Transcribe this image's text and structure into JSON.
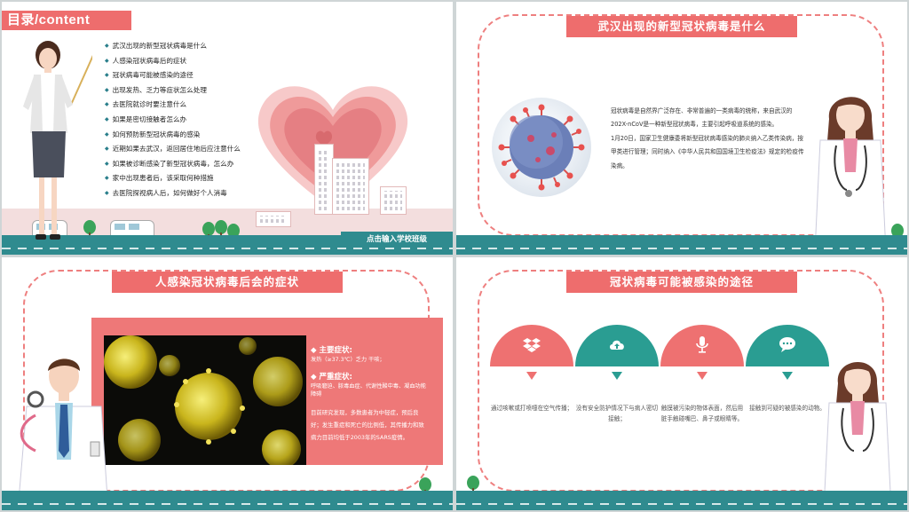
{
  "slide1": {
    "toc_title": "目录/content",
    "toc_items": [
      "武汉出现的新型冠状病毒是什么",
      "人感染冠状病毒后的症状",
      "冠状病毒可能被感染的途径",
      "出现发热、乏力等症状怎么处理",
      "去医院就诊时要注意什么",
      "如果是密切接触者怎么办",
      "如何预防新型冠状病毒的感染",
      "近期如果去武汉，返回居住地后应注意什么",
      "如果被诊断感染了新型冠状病毒，怎么办",
      "家中出现患者后，该采取何种措施",
      "去医院探视病人后，如何做好个人消毒"
    ],
    "class_label": "点击输入学校班级"
  },
  "slide2": {
    "title": "武汉出现的新型冠状病毒是什么",
    "paragraphs": [
      "冠状病毒是自然界广泛存在、非常普遍的一类病毒的统称，来自武汉的202X-nCoV是一种新型冠状病毒，主要引起呼吸道系统的感染。",
      "1月20日，国家卫生健康委将新型冠状病毒感染的肺炎纳入乙类传染病，按甲类进行管理；同时纳入《中华人民共和国国境卫生检疫法》规定的检疫传染病。"
    ]
  },
  "slide3": {
    "title": "人感染冠状病毒后会的症状",
    "main_label": "◆ 主要症状:",
    "main_text": "发热（≥37.3℃）乏力 干咳；",
    "severe_label": "◆ 严重症状:",
    "severe_text": "呼吸窘迫、脓毒血症、代谢性酸中毒、凝血功能障碍",
    "body": "目前研究发现，多数患者为中轻症，预后良好；发生重症和死亡的比例低，其传播力和致病力目前均低于2003年的SARS疫情。"
  },
  "slide4": {
    "title": "冠状病毒可能被感染的途径",
    "colors": [
      "#ee7171",
      "#2a9d92",
      "#ee7171",
      "#2a9d92"
    ],
    "routes": [
      {
        "icon": "dropbox-icon",
        "text": "通过咳嗽或打喷嚏在空气传播；"
      },
      {
        "icon": "cloud-upload-icon",
        "text": "没有安全防护情况下与病人密切接触；"
      },
      {
        "icon": "microphone-icon",
        "text": "触摸被污染的物体表面，然后用脏手触碰嘴巴、鼻子或眼睛等。"
      },
      {
        "icon": "chat-icon",
        "text": "接触到可疑的被感染的动物。"
      }
    ]
  }
}
